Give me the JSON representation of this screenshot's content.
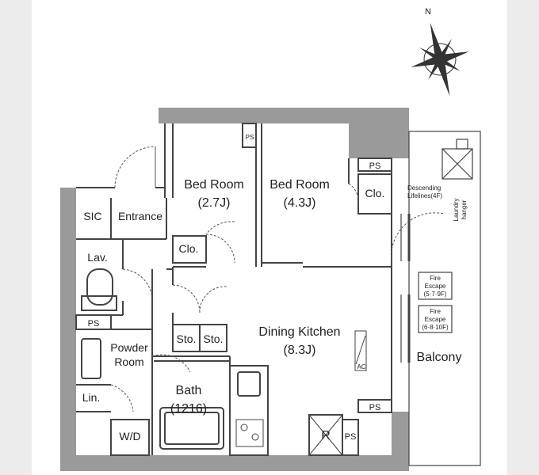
{
  "compass": {
    "north": "N"
  },
  "rooms": {
    "bed_room_1": {
      "name": "Bed Room",
      "size": "(2.7J)"
    },
    "bed_room_2": {
      "name": "Bed Room",
      "size": "(4.3J)"
    },
    "dining_kitchen": {
      "name": "Dining Kitchen",
      "size": "(8.3J)"
    },
    "powder_room_1": "Powder",
    "powder_room_2": "Room",
    "bath": {
      "name": "Bath",
      "size": "(1216)"
    },
    "balcony": "Balcony",
    "entrance": "Entrance",
    "sic": "SIC",
    "lav": "Lav.",
    "lin": "Lin.",
    "wd": "W/D"
  },
  "fixtures": {
    "ps": "PS",
    "clo": "Clo.",
    "sto": "Sto.",
    "ac": "AC",
    "refrigerator": "R"
  },
  "balcony_notes": {
    "descending_lifelines_1": "Descending",
    "descending_lifelines_2": "Lifelines(4F)",
    "laundry_hanger_1": "Laundry",
    "laundry_hanger_2": "hanger",
    "fire_escape": "Fire",
    "fire_escape_2": "Escape",
    "fire_escape_a_floors": "(5·7·9F)",
    "fire_escape_b_floors": "(6·8·10F)"
  }
}
